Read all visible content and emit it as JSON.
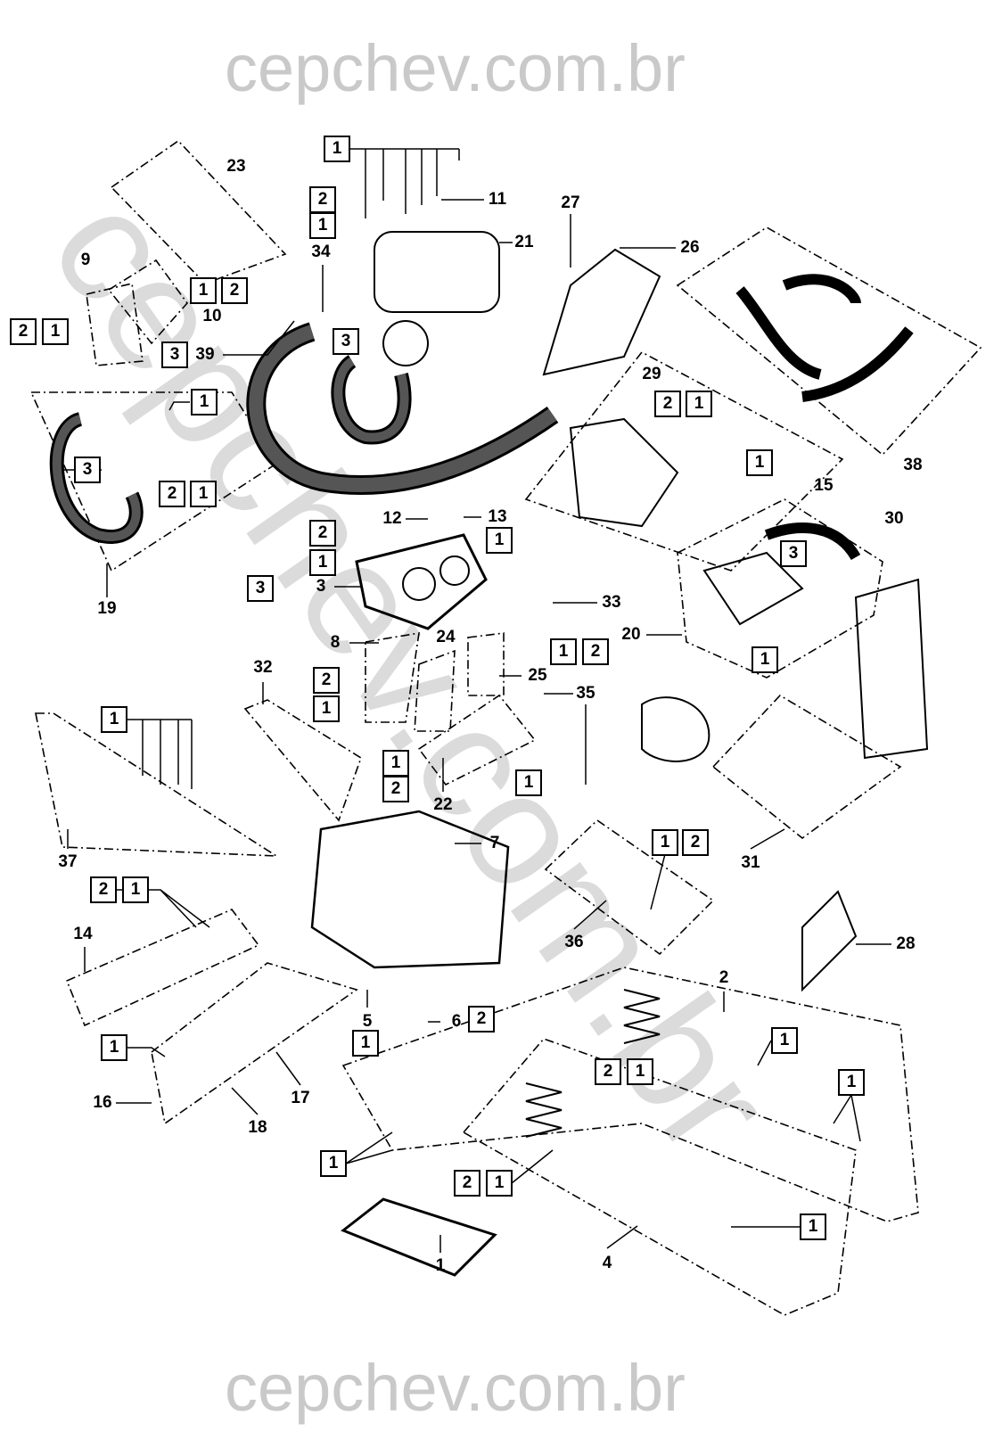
{
  "watermark": {
    "top": "cepchev.com.br",
    "bottom": "cepchev.com.br",
    "diagonal": "cepchev.com.br"
  },
  "callouts": [
    "23",
    "11",
    "27",
    "26",
    "21",
    "34",
    "9",
    "10",
    "39",
    "38",
    "15",
    "29",
    "19",
    "12",
    "13",
    "3",
    "33",
    "30",
    "20",
    "8",
    "24",
    "25",
    "32",
    "35",
    "37",
    "22",
    "7",
    "31",
    "36",
    "14",
    "28",
    "2",
    "5",
    "6",
    "16",
    "17",
    "18",
    "1",
    "4"
  ],
  "boxes": [
    "1",
    "2",
    "1",
    "1",
    "2",
    "2",
    "1",
    "3",
    "3",
    "1",
    "3",
    "2",
    "1",
    "3",
    "2",
    "1",
    "1",
    "2",
    "1",
    "1",
    "3",
    "1",
    "1",
    "2",
    "2",
    "1",
    "1",
    "1",
    "2",
    "1",
    "2",
    "1",
    "1",
    "2",
    "2",
    "1",
    "1",
    "1",
    "2",
    "1",
    "1",
    "1",
    "2",
    "1",
    "1",
    "2",
    "1",
    "1"
  ]
}
